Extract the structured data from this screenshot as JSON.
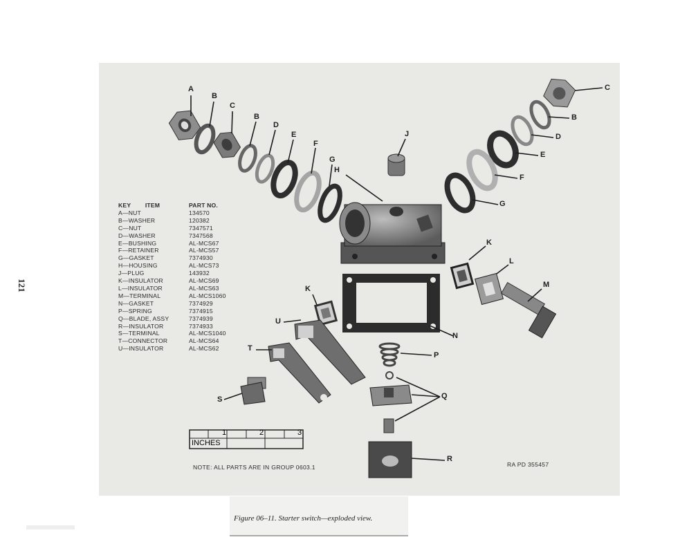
{
  "page_number": "121",
  "key_table": {
    "header_item": "KEY        ITEM",
    "header_part": "PART NO.",
    "rows": [
      {
        "item": "A—NUT",
        "part": "134570"
      },
      {
        "item": "B—WASHER",
        "part": "120382"
      },
      {
        "item": "C—NUT",
        "part": "7347571"
      },
      {
        "item": "D—WASHER",
        "part": "7347568"
      },
      {
        "item": "E—BUSHING",
        "part": "AL-MCS67"
      },
      {
        "item": "F—RETAINER",
        "part": "AL-MCS57"
      },
      {
        "item": "G—GASKET",
        "part": "7374930"
      },
      {
        "item": "H—HOUSING",
        "part": "AL-MCS73"
      },
      {
        "item": "J—PLUG",
        "part": "143932"
      },
      {
        "item": "K—INSULATOR",
        "part": "AL-MCS69"
      },
      {
        "item": "L—INSULATOR",
        "part": "AL-MCS63"
      },
      {
        "item": "M—TERMINAL",
        "part": "AL-MCS1060"
      },
      {
        "item": "N—GASKET",
        "part": "7374929"
      },
      {
        "item": "P—SPRING",
        "part": "7374915"
      },
      {
        "item": "Q—BLADE, ASSY",
        "part": "7374939"
      },
      {
        "item": "R—INSULATOR",
        "part": "7374933"
      },
      {
        "item": "S—TERMINAL",
        "part": "AL-MCS1040"
      },
      {
        "item": "T—CONNECTOR",
        "part": "AL-MCS64"
      },
      {
        "item": "U—INSULATOR",
        "part": "AL-MCS62"
      }
    ]
  },
  "callouts": {
    "a": "A",
    "b1": "B",
    "c1": "C",
    "b2": "B",
    "d1": "D",
    "e1": "E",
    "f1": "F",
    "g1": "G",
    "j": "J",
    "h": "H",
    "c2": "C",
    "b3": "B",
    "d2": "D",
    "e2": "E",
    "f2": "F",
    "g2": "G",
    "k1": "K",
    "l": "L",
    "m": "M",
    "k2": "K",
    "n": "N",
    "u": "U",
    "t": "T",
    "p": "P",
    "s": "S",
    "q": "Q",
    "r": "R"
  },
  "scale": {
    "ticks": [
      "1",
      "2",
      "3"
    ],
    "unit": "INCHES"
  },
  "note": "NOTE: ALL PARTS ARE IN GROUP 0603.1",
  "ref_code": "RA PD 355457",
  "caption": "Figure 06–11. Starter switch—exploded view."
}
